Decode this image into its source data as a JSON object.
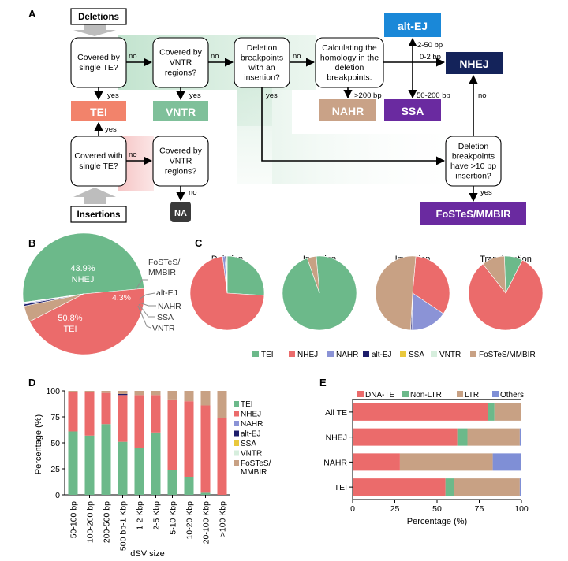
{
  "panel_labels": {
    "a": "A",
    "b": "B",
    "c": "C",
    "d": "D",
    "e": "E"
  },
  "colors": {
    "TEI": "#6cb98a",
    "NHEJ": "#eb6b6b",
    "NAHR": "#8b93d6",
    "alt-EJ": "#1d1d6b",
    "SSA": "#e9c83c",
    "VNTR": "#d6eedd",
    "FoSTeS/MMBIR": "#c8a184",
    "DNA-TE": "#eb6b6b",
    "Non-LTR": "#6cb98a",
    "LTR": "#c8a184",
    "Others": "#7f8fd6",
    "tei_box": "#f2836b",
    "vntr_box": "#7fc09a",
    "altej_box": "#1a88d8",
    "nhej_box": "#14235a",
    "nahr_box": "#c9a287",
    "ssa_box": "#6a2aa0",
    "fostes_box": "#6a2aa0",
    "na_box": "#3a3a3a"
  },
  "flow": {
    "deletions": "Deletions",
    "insertions": "Insertions",
    "d_single_te": "Covered by|single TE?",
    "d_vntr": "Covered by|VNTR|regions?",
    "d_breakpoints": "Deletion|breakpoints|with an|insertion?",
    "d_homology": "Calculating the|homology in the|deletion|breakpoints.",
    "i_single_te": "Covered with|single TE?",
    "i_vntr": "Covered by|VNTR|regions?",
    "ins_10bp": "Deletion|breakpoints|have >10 bp|insertion?",
    "tei": "TEI",
    "vntr": "VNTR",
    "altej": "alt-EJ",
    "nhej": "NHEJ",
    "nahr": "NAHR",
    "ssa": "SSA",
    "fostes": "FoSTeS/MMBIR",
    "na": "NA",
    "yes": "yes",
    "no": "no",
    "bp_2_50": "2-50 bp",
    "bp_0_2": "0-2 bp",
    "bp_200": ">200 bp",
    "bp_50_200": "50-200 bp"
  },
  "panel_b": {
    "nhej_pct": "43.9%",
    "nhej_name": "NHEJ",
    "tei_pct": "50.8%",
    "tei_name": "TEI",
    "fostes_pct": "4.3%",
    "callout_fostes": "FoSTeS/|MMBIR",
    "callout_altej": "alt-EJ",
    "callout_nahr": "NAHR",
    "callout_ssa": "SSA",
    "callout_vntr": "VNTR"
  },
  "panel_c_legend": [
    "TEI",
    "NHEJ",
    "NAHR",
    "alt-EJ",
    "SSA",
    "VNTR",
    "FoSTeS/MMBIR"
  ],
  "panel_d_legend": [
    "TEI",
    "NHEJ",
    "NAHR",
    "alt-EJ",
    "SSA",
    "VNTR",
    "FoSTeS/|MMBIR"
  ],
  "chart_data": [
    {
      "id": "B",
      "type": "pie",
      "labels": [
        "TEI",
        "NHEJ",
        "FoSTeS/MMBIR",
        "alt-EJ",
        "NAHR",
        "SSA",
        "VNTR"
      ],
      "values": [
        50.8,
        43.9,
        4.3,
        0.5,
        0.3,
        0.1,
        0.1
      ]
    },
    {
      "id": "C",
      "type": "pie",
      "titles": [
        "Deletion",
        "Insertion",
        "Inversion",
        "Translocation"
      ],
      "labels": [
        "TEI",
        "NHEJ",
        "NAHR",
        "alt-EJ",
        "SSA",
        "VNTR",
        "FoSTeS/MMBIR"
      ],
      "pies": [
        [
          26,
          72,
          1,
          0.5,
          0,
          0.5,
          0
        ],
        [
          96,
          0,
          0,
          0,
          0,
          0,
          4
        ],
        [
          0,
          33,
          16,
          0.5,
          0,
          0,
          50.5
        ],
        [
          8,
          82,
          0,
          0,
          0,
          0,
          10
        ]
      ]
    },
    {
      "id": "D",
      "type": "bar",
      "stacked": true,
      "categories": [
        "50-100 bp",
        "100-200 bp",
        "200-500 bp",
        "500 bp-1 Kbp",
        "1-2 Kbp",
        "2-5 Kbp",
        "5-10 Kbp",
        "10-20 Kbp",
        "20-100 Kbp",
        ">100 Kbp"
      ],
      "series": [
        {
          "name": "TEI",
          "values": [
            61,
            57,
            68,
            51,
            45,
            60,
            24,
            17,
            2,
            0
          ]
        },
        {
          "name": "NHEJ",
          "values": [
            38,
            42,
            30,
            45,
            51,
            36,
            67,
            73,
            84,
            74
          ]
        },
        {
          "name": "NAHR",
          "values": [
            0,
            0,
            0,
            0,
            0,
            0,
            0,
            0,
            0,
            0
          ]
        },
        {
          "name": "alt-EJ",
          "values": [
            0,
            0,
            0,
            1,
            0,
            0,
            0,
            0,
            0,
            0
          ]
        },
        {
          "name": "SSA",
          "values": [
            0,
            0,
            0,
            0,
            0,
            0,
            0,
            0,
            0,
            0
          ]
        },
        {
          "name": "VNTR",
          "values": [
            0,
            0,
            0,
            0,
            0,
            0,
            0,
            0,
            0,
            0
          ]
        },
        {
          "name": "FoSTeS/MMBIR",
          "values": [
            1,
            1,
            2,
            3,
            4,
            4,
            9,
            10,
            14,
            26
          ]
        }
      ],
      "xlabel": "dSV size",
      "ylabel": "Percentage (%)",
      "yticks": [
        "0",
        "25",
        "50",
        "75",
        "100"
      ],
      "ylim": [
        0,
        100
      ]
    },
    {
      "id": "E",
      "type": "bar",
      "orientation": "horizontal",
      "stacked": true,
      "categories": [
        "All TE",
        "NHEJ",
        "NAHR",
        "TEI"
      ],
      "series": [
        {
          "name": "DNA-TE",
          "values": [
            80,
            62,
            28,
            55
          ]
        },
        {
          "name": "Non-LTR",
          "values": [
            4,
            6,
            0,
            5
          ]
        },
        {
          "name": "LTR",
          "values": [
            16,
            31,
            55,
            39
          ]
        },
        {
          "name": "Others",
          "values": [
            0,
            1,
            17,
            1
          ]
        }
      ],
      "xlabel": "Percentage (%)",
      "xticks": [
        "0",
        "25",
        "50",
        "75",
        "100"
      ],
      "xlim": [
        0,
        100
      ]
    }
  ]
}
